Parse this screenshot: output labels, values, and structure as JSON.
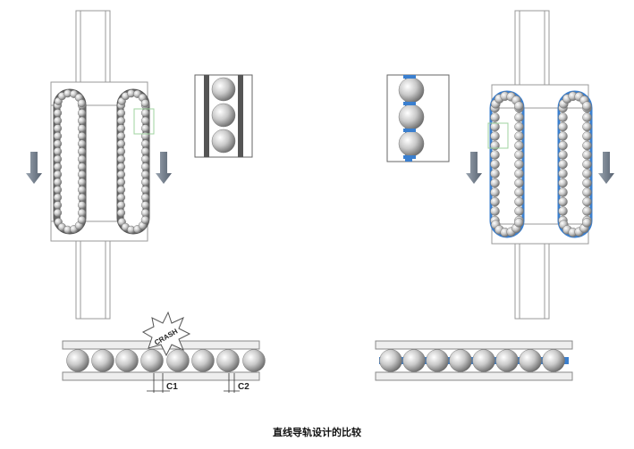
{
  "labels": {
    "crash": "CRASH",
    "c1": "C1",
    "c2": "C2"
  },
  "caption": "直线导轨设计的比较",
  "colors": {
    "retainer": "#3a7fcf",
    "ball": "#c8c8c8",
    "arrow": "#6f7a88",
    "frame": "#999999",
    "highlight": "#9fd39f"
  }
}
